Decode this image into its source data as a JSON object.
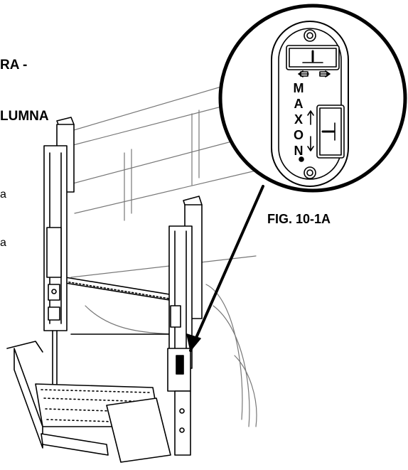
{
  "heading": {
    "line1": "RA -",
    "line2": "LUMNA"
  },
  "side_text": [
    "a",
    "a"
  ],
  "figure_label": "FIG. 10-1A",
  "callout_logo_letters": [
    "M",
    "A",
    "X",
    "O",
    "N"
  ]
}
